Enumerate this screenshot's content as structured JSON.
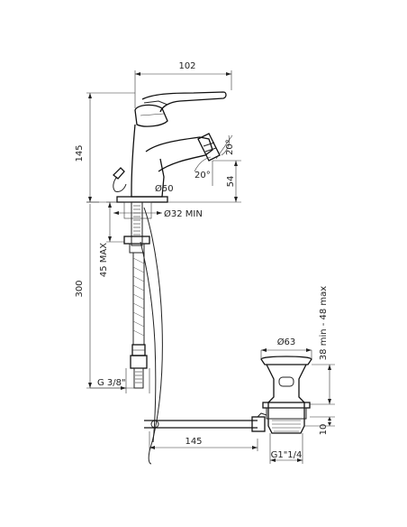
{
  "dimensions": {
    "width_top": "102",
    "height_body": "145",
    "height_spout": "54",
    "angle_left": "20°",
    "angle_right": "20°",
    "base_diameter": "Ø50",
    "hole_min": "Ø32 MIN",
    "max_45": "45 MAX",
    "hose_length": "300",
    "inlet_thread": "G 3/8\"",
    "drain_horizontal": "145",
    "drain_diameter": "Ø63",
    "drain_range": "38 min - 48 max",
    "drain_ten": "10",
    "drain_thread": "G1\"1/4"
  }
}
